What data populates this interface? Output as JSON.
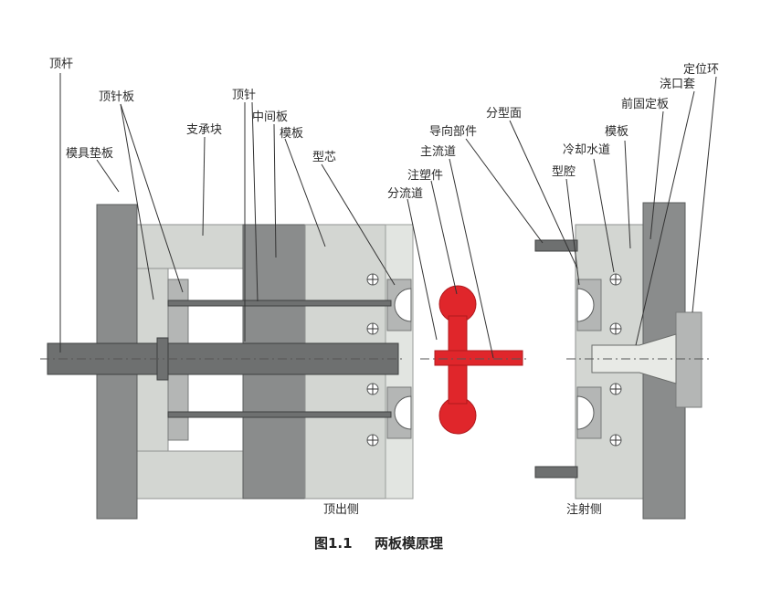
{
  "labels": {
    "ejector_rod": "顶杆",
    "ejector_plate": "顶针板",
    "mold_base_pad": "模具垫板",
    "support_block": "支承块",
    "ejector_pin": "顶针",
    "intermediate_plate": "中间板",
    "template_left": "模板",
    "core": "型芯",
    "runner": "分流道",
    "molded_part": "注塑件",
    "sprue": "主流道",
    "guide_part": "导向部件",
    "parting_surface": "分型面",
    "cavity": "型腔",
    "cooling_channel": "冷却水道",
    "template_right": "模板",
    "front_fixed_plate": "前固定板",
    "sprue_bushing": "浇口套",
    "locating_ring": "定位环",
    "ejection_side": "顶出侧",
    "injection_side": "注射侧"
  },
  "caption": {
    "figure_no": "图1.1",
    "title": "两板模原理"
  },
  "colors": {
    "part": "#e0262b",
    "dark_steel": "#8a8c8c",
    "light_steel": "#d3d6d2"
  }
}
